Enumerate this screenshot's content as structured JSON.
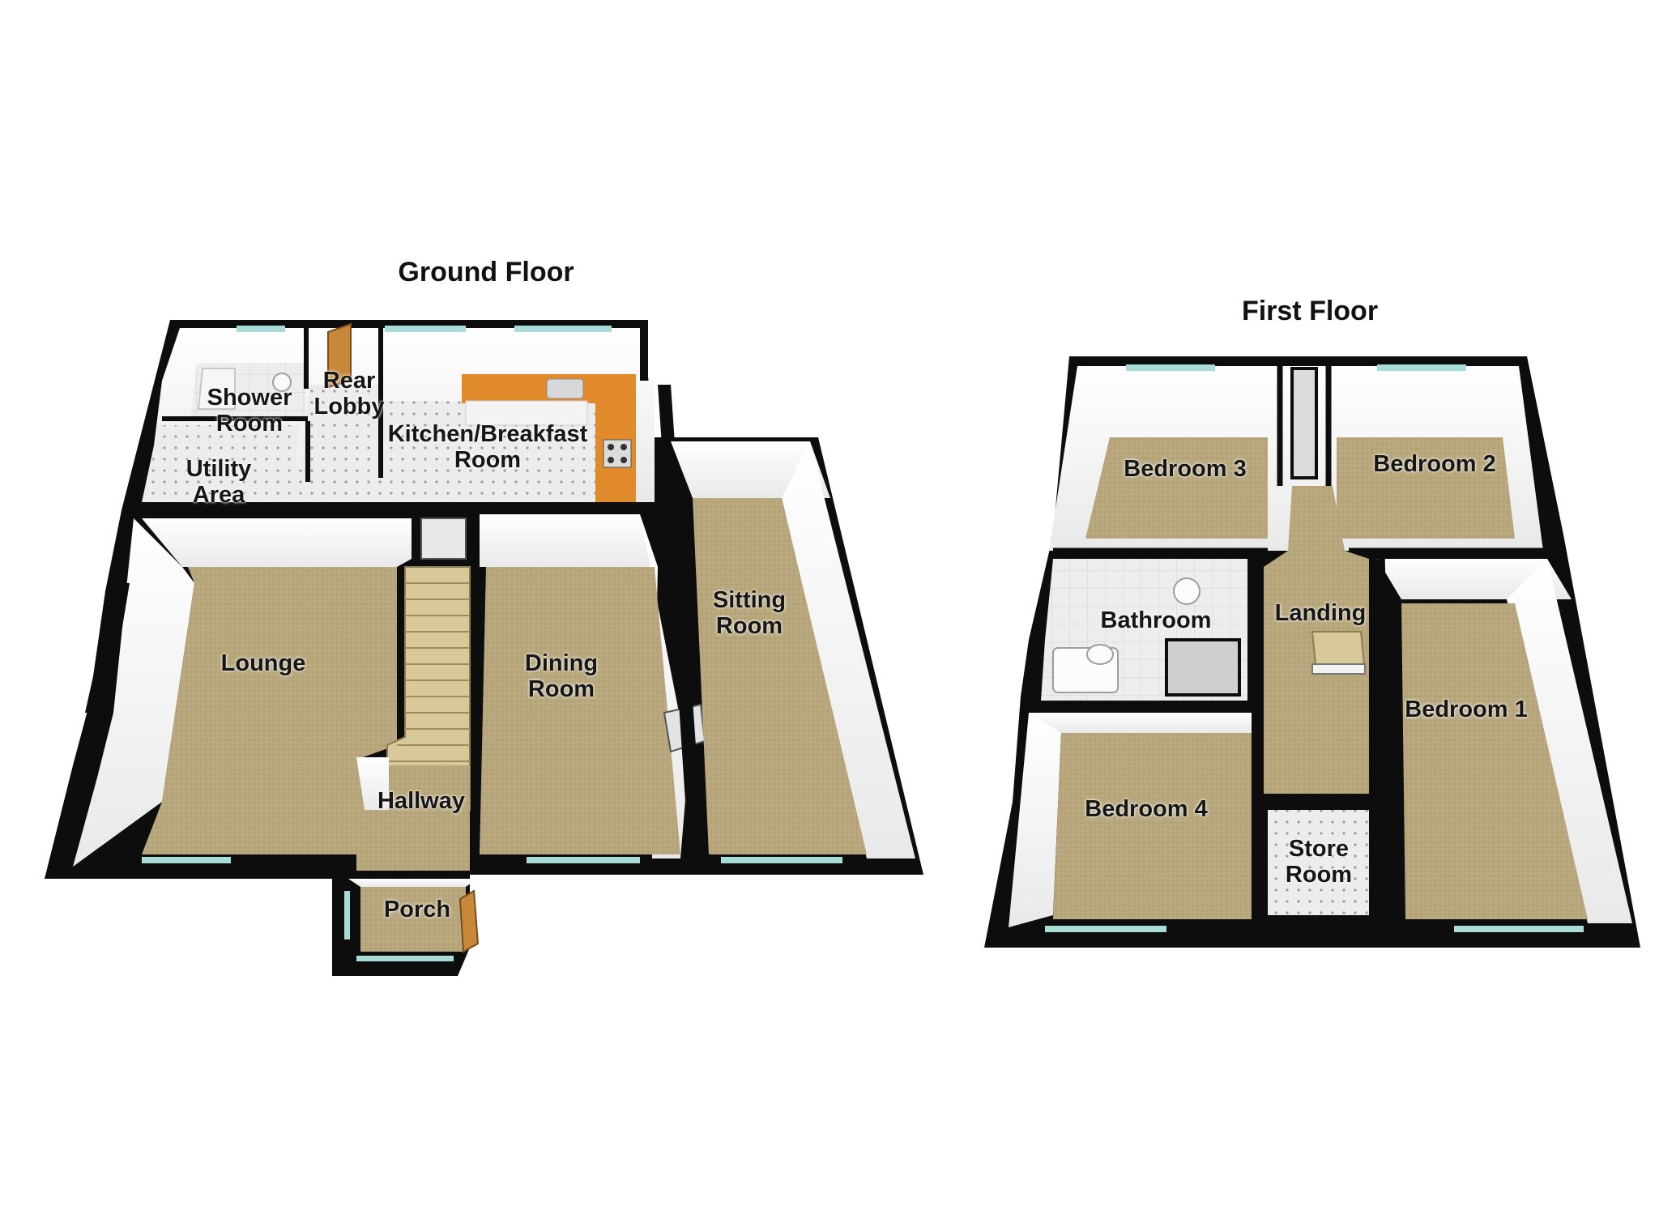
{
  "floors": {
    "ground": {
      "title": "Ground Floor",
      "rooms": {
        "shower_room": "Shower\nRoom",
        "rear_lobby": "Rear\nLobby",
        "kitchen": "Kitchen/Breakfast\nRoom",
        "utility": "Utility\nArea",
        "lounge": "Lounge",
        "dining": "Dining\nRoom",
        "sitting": "Sitting\nRoom",
        "hallway": "Hallway",
        "porch": "Porch"
      }
    },
    "first": {
      "title": "First Floor",
      "rooms": {
        "bedroom3": "Bedroom 3",
        "bedroom2": "Bedroom 2",
        "bathroom": "Bathroom",
        "landing": "Landing",
        "bedroom1": "Bedroom 1",
        "bedroom4": "Bedroom 4",
        "store_room": "Store\nRoom"
      }
    }
  },
  "colors": {
    "wall": "#0d0d0d",
    "carpet": "#b8a77c",
    "tile": "#e6e6e6",
    "worktop": "#e08a2b",
    "window": "#a9dcd7",
    "door": "#c8883a"
  }
}
